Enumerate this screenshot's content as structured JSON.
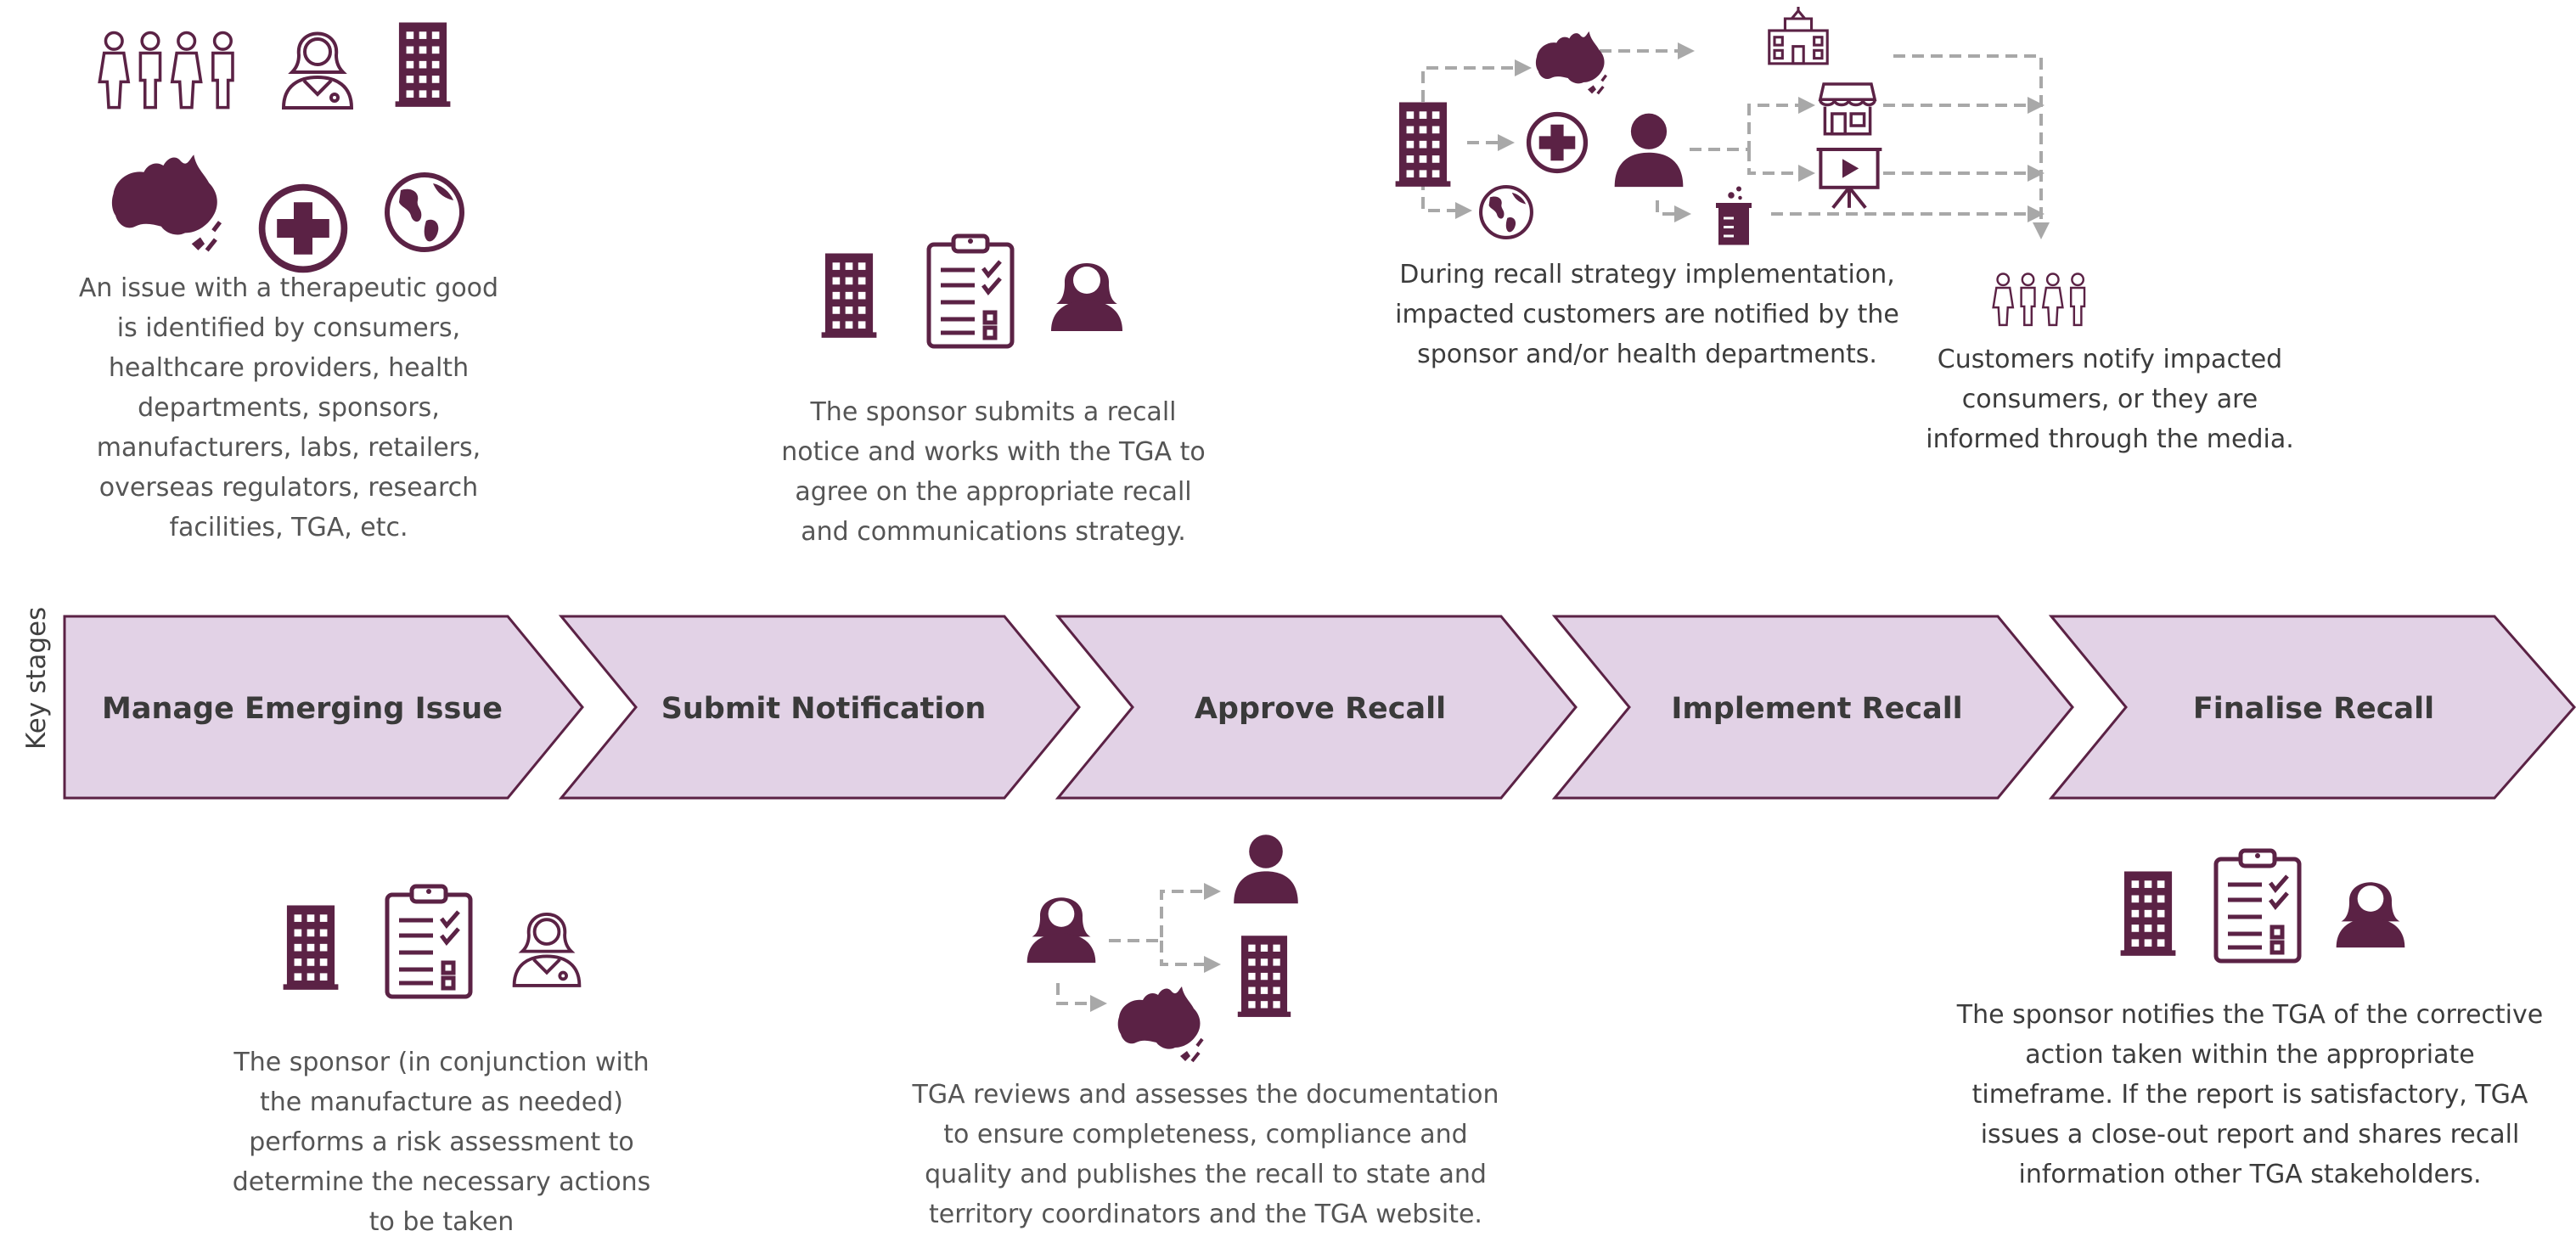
{
  "side_label": "Key stages",
  "stages": [
    {
      "label": "Manage Emerging Issue"
    },
    {
      "label": "Submit Notification"
    },
    {
      "label": "Approve Recall"
    },
    {
      "label": "Implement Recall"
    },
    {
      "label": "Finalise Recall"
    }
  ],
  "top_descriptions": {
    "manage": "An issue with a therapeutic good\nis identified by consumers,\nhealthcare providers, health\ndepartments, sponsors,\nmanufacturers, labs, retailers,\noverseas regulators, research\nfacilities, TGA, etc.",
    "submit": "The sponsor submits a recall\nnotice and works with the TGA to\nagree on the appropriate recall\nand communications strategy.",
    "implement": "During recall strategy implementation,\nimpacted customers are notified by the\nsponsor and/or health departments.",
    "customers": "Customers notify impacted\nconsumers, or they are\ninformed through the media."
  },
  "bottom_descriptions": {
    "manage": "The sponsor (in conjunction with\nthe manufacture as needed)\nperforms a risk assessment to\ndetermine the necessary actions\nto be taken",
    "approve": "TGA reviews and assesses the documentation\nto ensure completeness, compliance and\nquality and publishes the recall to state and\nterritory coordinators and the TGA website.",
    "finalise": "The sponsor notifies the TGA of the corrective\naction taken within the appropriate\ntimeframe. If the report is satisfactory, TGA\nissues a close-out report and shares recall\ninformation other TGA stakeholders."
  },
  "colors": {
    "icon": "#5b2245",
    "chevron_fill": "#e2d2e6",
    "chevron_stroke": "#5b2245",
    "connector": "#a8a8a8"
  }
}
